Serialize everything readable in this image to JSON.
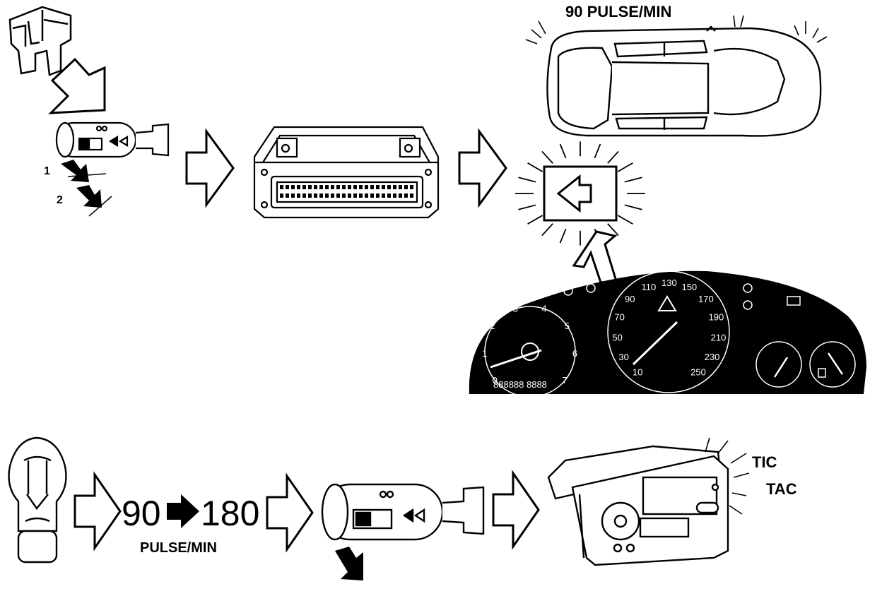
{
  "labels": {
    "pulse_top": "90 PULSE/MIN",
    "step1": "1",
    "step2": "2",
    "rate_from": "90",
    "rate_to": "180",
    "rate_unit": "PULSE/MIN",
    "tic": "TIC",
    "tac": "TAC"
  },
  "tachometer_ticks": [
    "0",
    "1",
    "2",
    "3",
    "4",
    "5",
    "6",
    "7"
  ],
  "speedometer_ticks": [
    "10",
    "30",
    "50",
    "70",
    "90",
    "110",
    "130",
    "150",
    "170",
    "190",
    "210",
    "230",
    "250"
  ],
  "odometer": "888888 8888"
}
